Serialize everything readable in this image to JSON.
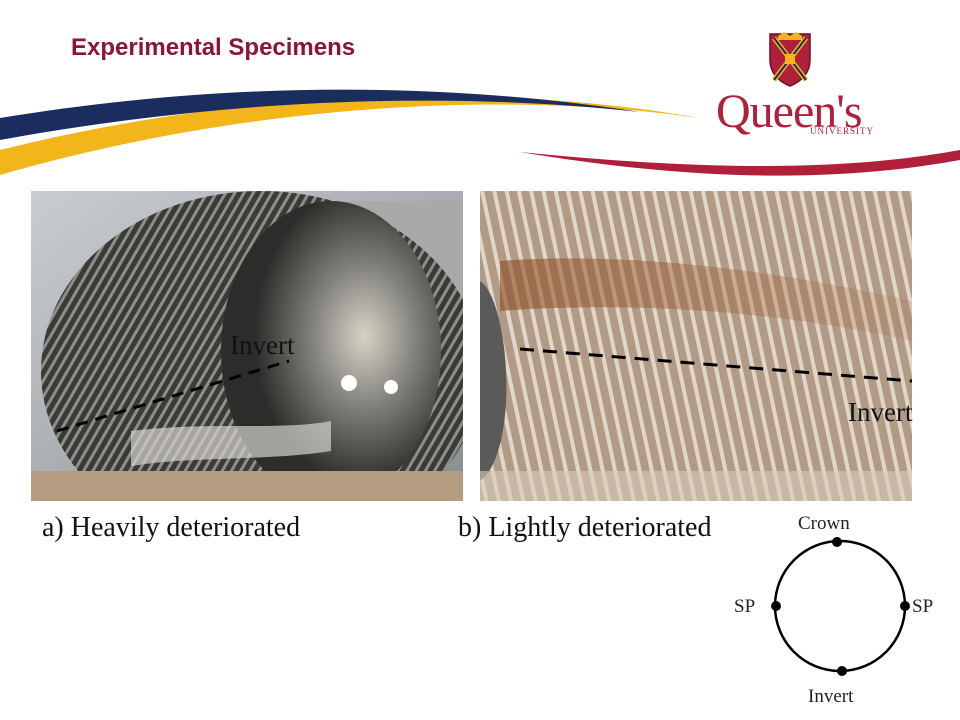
{
  "header": {
    "title": "Experimental Specimens",
    "logo_text": "Queen's",
    "logo_subtext": "UNIVERSITY"
  },
  "colors": {
    "title": "#8a1538",
    "swoosh_blue": "#1a2d5e",
    "swoosh_gold": "#f2b61b",
    "swoosh_red": "#b0203a"
  },
  "photos": {
    "a": {
      "caption": "a) Heavily deteriorated",
      "invert_label": "Invert"
    },
    "b": {
      "caption": "b) Lightly deteriorated",
      "invert_label": "Invert"
    }
  },
  "diagram": {
    "crown": "Crown",
    "sp_left": "SP",
    "sp_right": "SP",
    "invert": "Invert"
  }
}
